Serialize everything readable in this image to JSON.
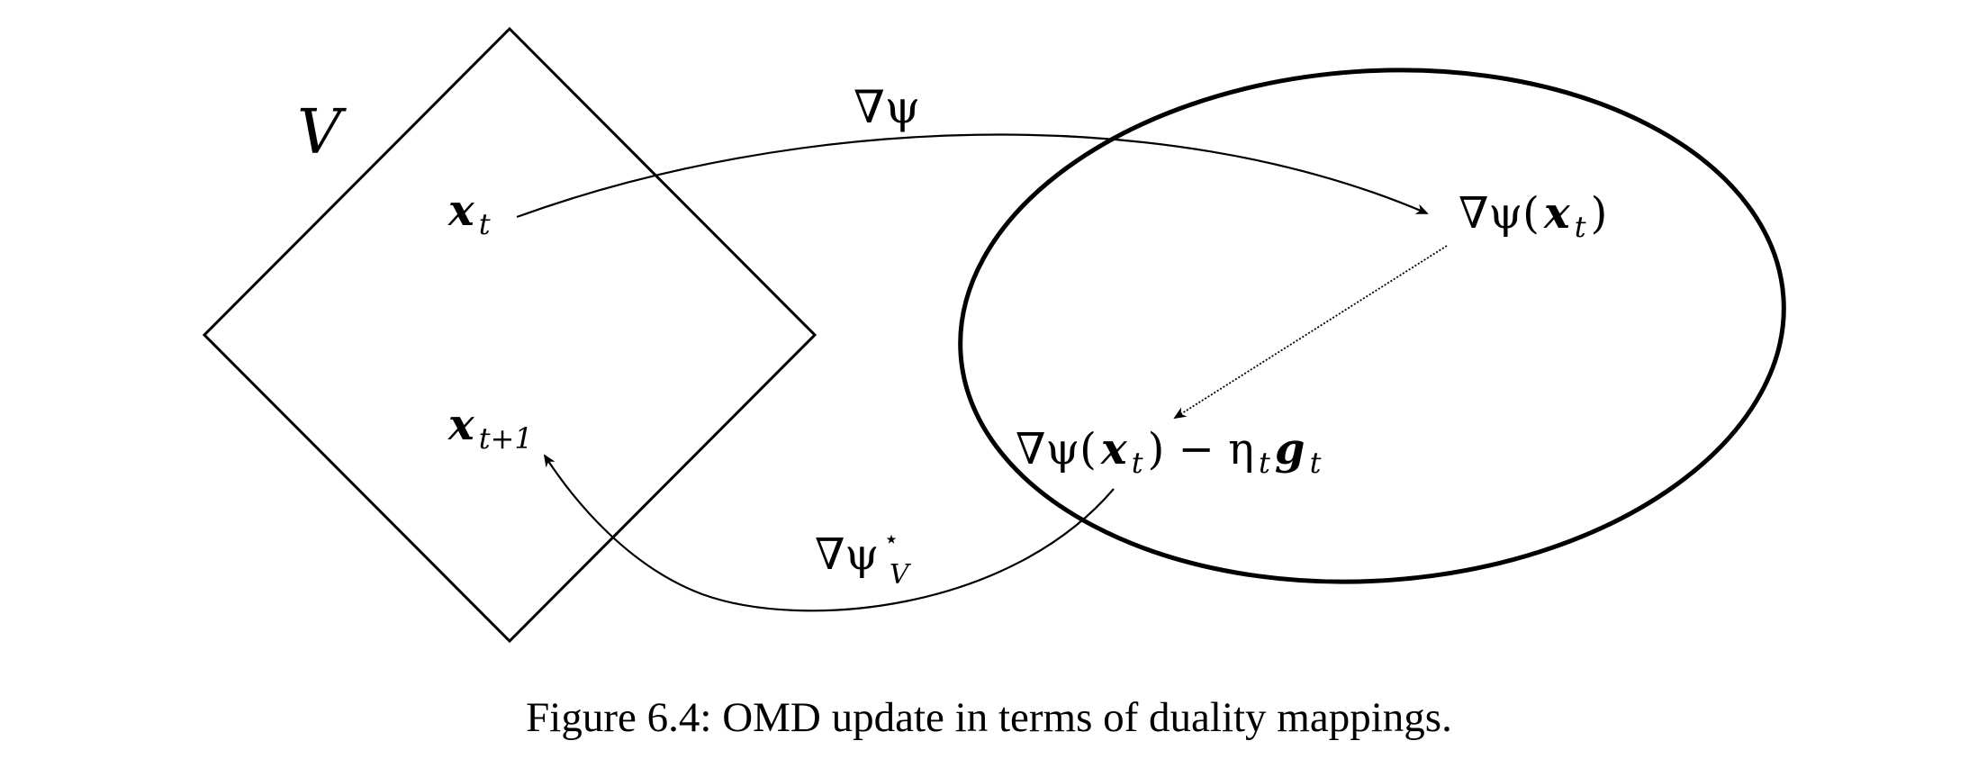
{
  "labels": {
    "set_name": "V",
    "grad_psi": "∇ψ",
    "grad_psi_dual": "∇ψ",
    "grad_psi_dual_sup": "⋆",
    "grad_psi_dual_sub": "V",
    "x_t": {
      "base": "x",
      "sub": "t"
    },
    "x_t1": {
      "base": "x",
      "sub": "t+1"
    },
    "grad_x_t": {
      "prefix": "∇ψ(",
      "base": "x",
      "sub": "t",
      "suffix": ")"
    },
    "grad_update": {
      "prefix": "∇ψ(",
      "base": "x",
      "sub": "t",
      "mid": ") − η",
      "eta_sub": "t",
      "g": "g",
      "g_sub": "t"
    }
  },
  "caption": "Figure 6.4: OMD update in terms of duality mappings."
}
